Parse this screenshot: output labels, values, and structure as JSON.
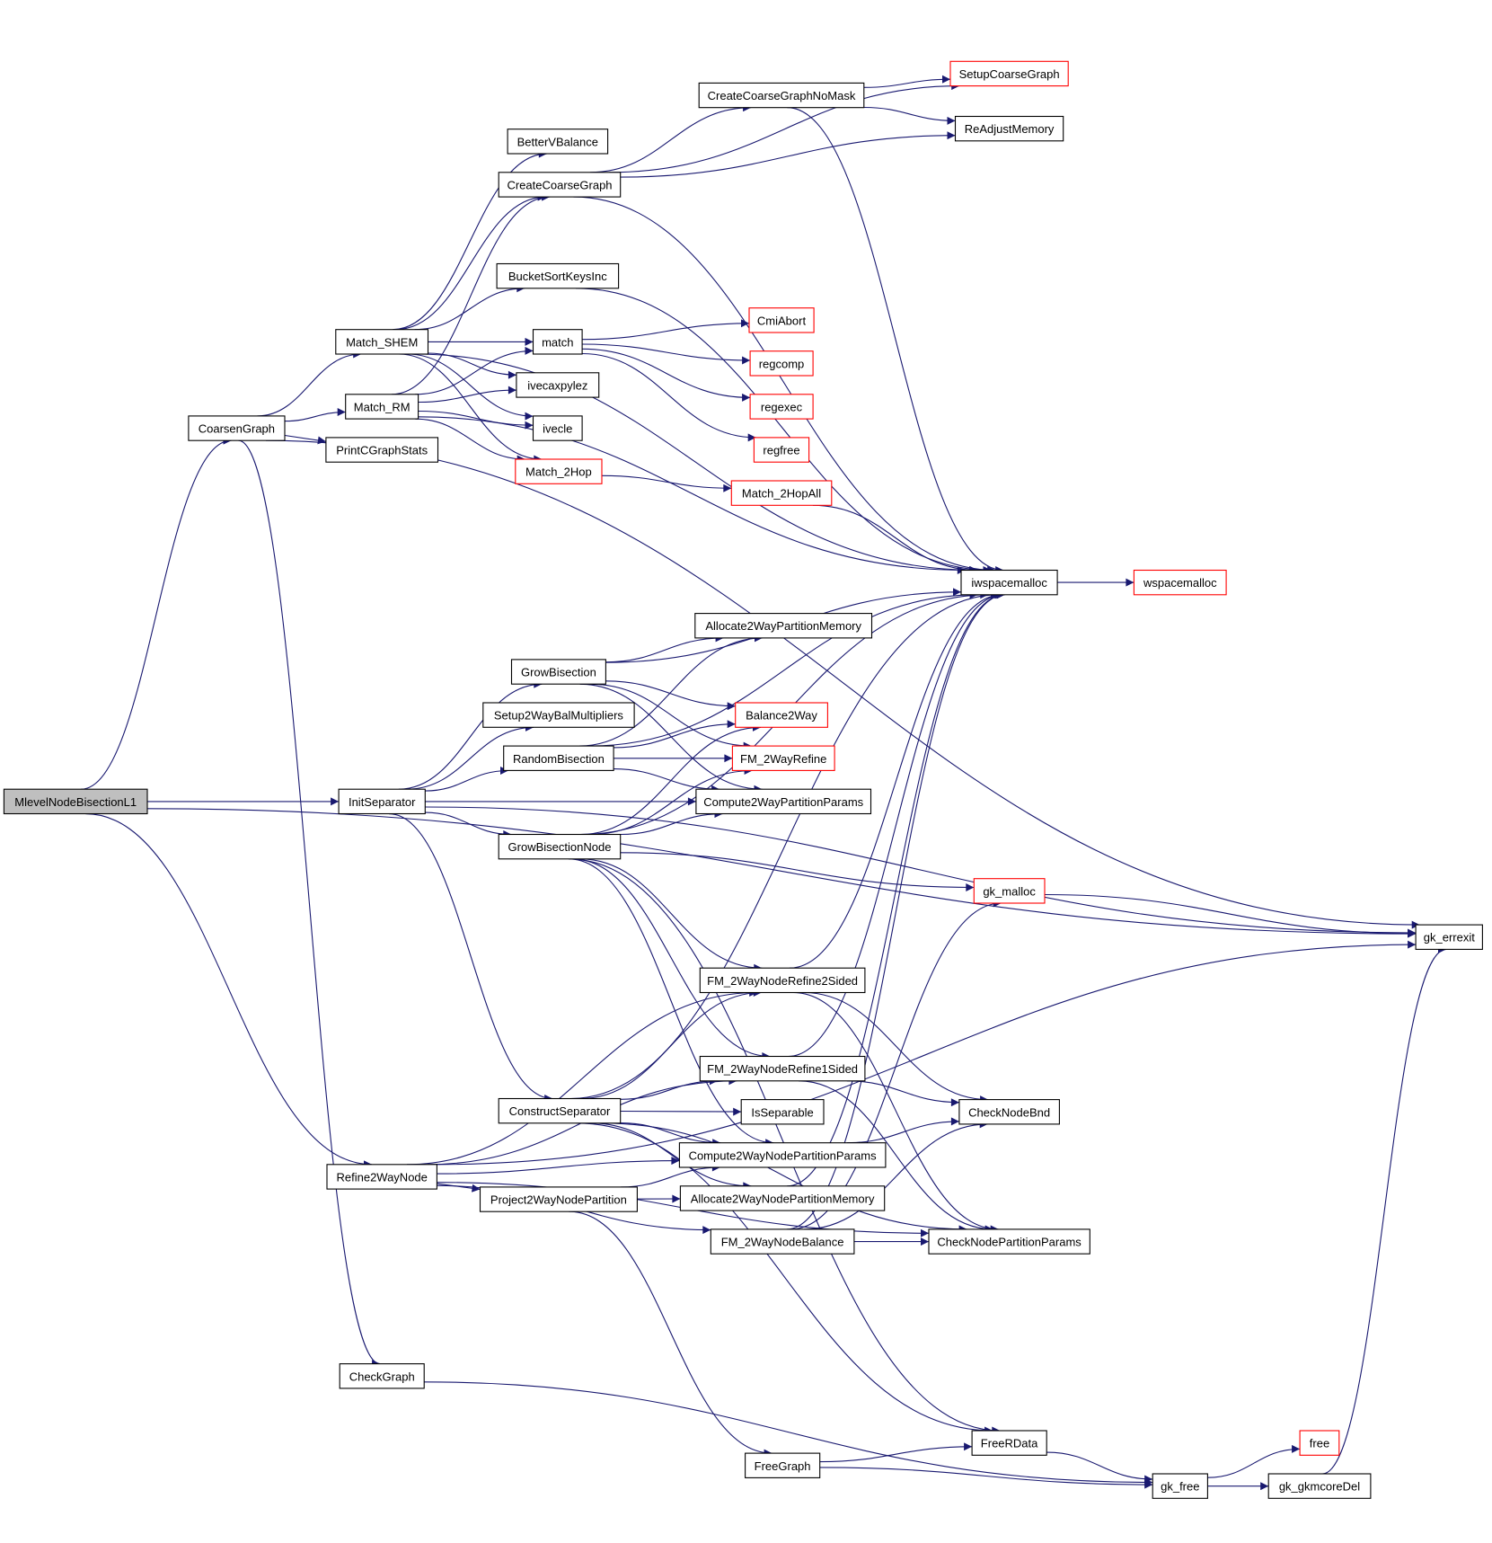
{
  "graph": {
    "type": "call-graph",
    "root": "MlevelNodeBisectionL1",
    "colors": {
      "edge": "#191970",
      "node_border": "#000000",
      "external_node_border": "#ff0000",
      "root_fill": "#bfbfbf"
    },
    "nodes": [
      {
        "id": "MlevelNodeBisectionL1",
        "label": "MlevelNodeBisectionL1",
        "kind": "root"
      },
      {
        "id": "CoarsenGraph",
        "label": "CoarsenGraph",
        "kind": "normal"
      },
      {
        "id": "InitSeparator",
        "label": "InitSeparator",
        "kind": "normal"
      },
      {
        "id": "Refine2WayNode",
        "label": "Refine2WayNode",
        "kind": "normal"
      },
      {
        "id": "CheckGraph",
        "label": "CheckGraph",
        "kind": "normal"
      },
      {
        "id": "Match_SHEM",
        "label": "Match_SHEM",
        "kind": "normal"
      },
      {
        "id": "Match_RM",
        "label": "Match_RM",
        "kind": "normal"
      },
      {
        "id": "PrintCGraphStats",
        "label": "PrintCGraphStats",
        "kind": "normal"
      },
      {
        "id": "BetterVBalance",
        "label": "BetterVBalance",
        "kind": "normal"
      },
      {
        "id": "CreateCoarseGraph",
        "label": "CreateCoarseGraph",
        "kind": "normal"
      },
      {
        "id": "BucketSortKeysInc",
        "label": "BucketSortKeysInc",
        "kind": "normal"
      },
      {
        "id": "match",
        "label": "match",
        "kind": "normal"
      },
      {
        "id": "ivecaxpylez",
        "label": "ivecaxpylez",
        "kind": "normal"
      },
      {
        "id": "ivecle",
        "label": "ivecle",
        "kind": "normal"
      },
      {
        "id": "Match_2Hop",
        "label": "Match_2Hop",
        "kind": "external"
      },
      {
        "id": "CreateCoarseGraphNoMask",
        "label": "CreateCoarseGraphNoMask",
        "kind": "normal"
      },
      {
        "id": "SetupCoarseGraph",
        "label": "SetupCoarseGraph",
        "kind": "external"
      },
      {
        "id": "ReAdjustMemory",
        "label": "ReAdjustMemory",
        "kind": "normal"
      },
      {
        "id": "CmiAbort",
        "label": "CmiAbort",
        "kind": "external"
      },
      {
        "id": "regcomp",
        "label": "regcomp",
        "kind": "external"
      },
      {
        "id": "regexec",
        "label": "regexec",
        "kind": "external"
      },
      {
        "id": "regfree",
        "label": "regfree",
        "kind": "external"
      },
      {
        "id": "Match_2HopAll",
        "label": "Match_2HopAll",
        "kind": "external"
      },
      {
        "id": "iwspacemalloc",
        "label": "iwspacemalloc",
        "kind": "normal"
      },
      {
        "id": "wspacemalloc",
        "label": "wspacemalloc",
        "kind": "external"
      },
      {
        "id": "GrowBisection",
        "label": "GrowBisection",
        "kind": "normal"
      },
      {
        "id": "Setup2WayBalMultipliers",
        "label": "Setup2WayBalMultipliers",
        "kind": "normal"
      },
      {
        "id": "RandomBisection",
        "label": "RandomBisection",
        "kind": "normal"
      },
      {
        "id": "GrowBisectionNode",
        "label": "GrowBisectionNode",
        "kind": "normal"
      },
      {
        "id": "Allocate2WayPartitionMemory",
        "label": "Allocate2WayPartitionMemory",
        "kind": "normal"
      },
      {
        "id": "Balance2Way",
        "label": "Balance2Way",
        "kind": "external"
      },
      {
        "id": "FM_2WayRefine",
        "label": "FM_2WayRefine",
        "kind": "external"
      },
      {
        "id": "Compute2WayPartitionParams",
        "label": "Compute2WayPartitionParams",
        "kind": "normal"
      },
      {
        "id": "gk_malloc",
        "label": "gk_malloc",
        "kind": "external"
      },
      {
        "id": "gk_errexit",
        "label": "gk_errexit",
        "kind": "normal"
      },
      {
        "id": "FM_2WayNodeRefine2Sided",
        "label": "FM_2WayNodeRefine2Sided",
        "kind": "normal"
      },
      {
        "id": "FM_2WayNodeRefine1Sided",
        "label": "FM_2WayNodeRefine1Sided",
        "kind": "normal"
      },
      {
        "id": "ConstructSeparator",
        "label": "ConstructSeparator",
        "kind": "normal"
      },
      {
        "id": "IsSeparable",
        "label": "IsSeparable",
        "kind": "normal"
      },
      {
        "id": "CheckNodeBnd",
        "label": "CheckNodeBnd",
        "kind": "normal"
      },
      {
        "id": "Compute2WayNodePartitionParams",
        "label": "Compute2WayNodePartitionParams",
        "kind": "normal"
      },
      {
        "id": "Project2WayNodePartition",
        "label": "Project2WayNodePartition",
        "kind": "normal"
      },
      {
        "id": "Allocate2WayNodePartitionMemory",
        "label": "Allocate2WayNodePartitionMemory",
        "kind": "normal"
      },
      {
        "id": "FM_2WayNodeBalance",
        "label": "FM_2WayNodeBalance",
        "kind": "normal"
      },
      {
        "id": "CheckNodePartitionParams",
        "label": "CheckNodePartitionParams",
        "kind": "normal"
      },
      {
        "id": "FreeRData",
        "label": "FreeRData",
        "kind": "normal"
      },
      {
        "id": "FreeGraph",
        "label": "FreeGraph",
        "kind": "normal"
      },
      {
        "id": "gk_free",
        "label": "gk_free",
        "kind": "normal"
      },
      {
        "id": "free",
        "label": "free",
        "kind": "external"
      },
      {
        "id": "gk_gkmcoreDel",
        "label": "gk_gkmcoreDel",
        "kind": "normal"
      }
    ],
    "edges": [
      [
        "MlevelNodeBisectionL1",
        "CoarsenGraph"
      ],
      [
        "MlevelNodeBisectionL1",
        "InitSeparator"
      ],
      [
        "MlevelNodeBisectionL1",
        "Refine2WayNode"
      ],
      [
        "MlevelNodeBisectionL1",
        "gk_errexit"
      ],
      [
        "CoarsenGraph",
        "Match_SHEM"
      ],
      [
        "CoarsenGraph",
        "Match_RM"
      ],
      [
        "CoarsenGraph",
        "PrintCGraphStats"
      ],
      [
        "CoarsenGraph",
        "CheckGraph"
      ],
      [
        "Match_SHEM",
        "BetterVBalance"
      ],
      [
        "Match_SHEM",
        "CreateCoarseGraph"
      ],
      [
        "Match_SHEM",
        "BucketSortKeysInc"
      ],
      [
        "Match_SHEM",
        "match"
      ],
      [
        "Match_SHEM",
        "ivecaxpylez"
      ],
      [
        "Match_SHEM",
        "ivecle"
      ],
      [
        "Match_SHEM",
        "Match_2Hop"
      ],
      [
        "Match_SHEM",
        "iwspacemalloc"
      ],
      [
        "Match_RM",
        "CreateCoarseGraph"
      ],
      [
        "Match_RM",
        "match"
      ],
      [
        "Match_RM",
        "ivecaxpylez"
      ],
      [
        "Match_RM",
        "ivecle"
      ],
      [
        "Match_RM",
        "Match_2Hop"
      ],
      [
        "Match_RM",
        "iwspacemalloc"
      ],
      [
        "CreateCoarseGraph",
        "CreateCoarseGraphNoMask"
      ],
      [
        "CreateCoarseGraph",
        "SetupCoarseGraph"
      ],
      [
        "CreateCoarseGraph",
        "ReAdjustMemory"
      ],
      [
        "CreateCoarseGraph",
        "iwspacemalloc"
      ],
      [
        "CreateCoarseGraphNoMask",
        "SetupCoarseGraph"
      ],
      [
        "CreateCoarseGraphNoMask",
        "ReAdjustMemory"
      ],
      [
        "CreateCoarseGraphNoMask",
        "iwspacemalloc"
      ],
      [
        "BucketSortKeysInc",
        "iwspacemalloc"
      ],
      [
        "match",
        "CmiAbort"
      ],
      [
        "match",
        "regcomp"
      ],
      [
        "match",
        "regexec"
      ],
      [
        "match",
        "regfree"
      ],
      [
        "Match_2Hop",
        "Match_2HopAll"
      ],
      [
        "Match_2HopAll",
        "iwspacemalloc"
      ],
      [
        "iwspacemalloc",
        "wspacemalloc"
      ],
      [
        "InitSeparator",
        "GrowBisection"
      ],
      [
        "InitSeparator",
        "Setup2WayBalMultipliers"
      ],
      [
        "InitSeparator",
        "RandomBisection"
      ],
      [
        "InitSeparator",
        "Compute2WayPartitionParams"
      ],
      [
        "InitSeparator",
        "GrowBisectionNode"
      ],
      [
        "InitSeparator",
        "ConstructSeparator"
      ],
      [
        "InitSeparator",
        "gk_errexit"
      ],
      [
        "GrowBisection",
        "iwspacemalloc"
      ],
      [
        "GrowBisection",
        "Allocate2WayPartitionMemory"
      ],
      [
        "GrowBisection",
        "Balance2Way"
      ],
      [
        "GrowBisection",
        "FM_2WayRefine"
      ],
      [
        "GrowBisection",
        "Compute2WayPartitionParams"
      ],
      [
        "RandomBisection",
        "Allocate2WayPartitionMemory"
      ],
      [
        "RandomBisection",
        "Balance2Way"
      ],
      [
        "RandomBisection",
        "FM_2WayRefine"
      ],
      [
        "RandomBisection",
        "Compute2WayPartitionParams"
      ],
      [
        "RandomBisection",
        "iwspacemalloc"
      ],
      [
        "GrowBisectionNode",
        "Balance2Way"
      ],
      [
        "GrowBisectionNode",
        "FM_2WayRefine"
      ],
      [
        "GrowBisectionNode",
        "Compute2WayPartitionParams"
      ],
      [
        "GrowBisectionNode",
        "iwspacemalloc"
      ],
      [
        "GrowBisectionNode",
        "gk_malloc"
      ],
      [
        "GrowBisectionNode",
        "FM_2WayNodeRefine2Sided"
      ],
      [
        "GrowBisectionNode",
        "FM_2WayNodeRefine1Sided"
      ],
      [
        "GrowBisectionNode",
        "Compute2WayNodePartitionParams"
      ],
      [
        "GrowBisectionNode",
        "FreeRData"
      ],
      [
        "gk_malloc",
        "gk_errexit"
      ],
      [
        "FM_2WayNodeRefine2Sided",
        "iwspacemalloc"
      ],
      [
        "FM_2WayNodeRefine2Sided",
        "CheckNodeBnd"
      ],
      [
        "FM_2WayNodeRefine2Sided",
        "CheckNodePartitionParams"
      ],
      [
        "FM_2WayNodeRefine1Sided",
        "iwspacemalloc"
      ],
      [
        "FM_2WayNodeRefine1Sided",
        "CheckNodeBnd"
      ],
      [
        "FM_2WayNodeRefine1Sided",
        "CheckNodePartitionParams"
      ],
      [
        "ConstructSeparator",
        "FM_2WayNodeRefine2Sided"
      ],
      [
        "ConstructSeparator",
        "FM_2WayNodeRefine1Sided"
      ],
      [
        "ConstructSeparator",
        "IsSeparable"
      ],
      [
        "ConstructSeparator",
        "Compute2WayNodePartitionParams"
      ],
      [
        "ConstructSeparator",
        "Allocate2WayNodePartitionMemory"
      ],
      [
        "ConstructSeparator",
        "iwspacemalloc"
      ],
      [
        "ConstructSeparator",
        "CheckNodePartitionParams"
      ],
      [
        "ConstructSeparator",
        "FreeRData"
      ],
      [
        "Compute2WayNodePartitionParams",
        "CheckNodeBnd"
      ],
      [
        "Allocate2WayNodePartitionMemory",
        "iwspacemalloc"
      ],
      [
        "Refine2WayNode",
        "FM_2WayNodeRefine2Sided"
      ],
      [
        "Refine2WayNode",
        "FM_2WayNodeRefine1Sided"
      ],
      [
        "Refine2WayNode",
        "Compute2WayNodePartitionParams"
      ],
      [
        "Refine2WayNode",
        "Project2WayNodePartition"
      ],
      [
        "Refine2WayNode",
        "FM_2WayNodeBalance"
      ],
      [
        "Refine2WayNode",
        "CheckNodePartitionParams"
      ],
      [
        "Refine2WayNode",
        "gk_errexit"
      ],
      [
        "Project2WayNodePartition",
        "Compute2WayNodePartitionParams"
      ],
      [
        "Project2WayNodePartition",
        "Allocate2WayNodePartitionMemory"
      ],
      [
        "Project2WayNodePartition",
        "FreeGraph"
      ],
      [
        "FM_2WayNodeBalance",
        "CheckNodePartitionParams"
      ],
      [
        "FM_2WayNodeBalance",
        "CheckNodeBnd"
      ],
      [
        "FM_2WayNodeBalance",
        "iwspacemalloc"
      ],
      [
        "FM_2WayNodeBalance",
        "gk_malloc"
      ],
      [
        "CheckGraph",
        "gk_free"
      ],
      [
        "FreeGraph",
        "FreeRData"
      ],
      [
        "FreeGraph",
        "gk_free"
      ],
      [
        "FreeRData",
        "gk_free"
      ],
      [
        "gk_free",
        "free"
      ],
      [
        "gk_free",
        "gk_gkmcoreDel"
      ],
      [
        "gk_gkmcoreDel",
        "gk_errexit"
      ],
      [
        "CoarsenGraph",
        "gk_errexit"
      ]
    ]
  }
}
